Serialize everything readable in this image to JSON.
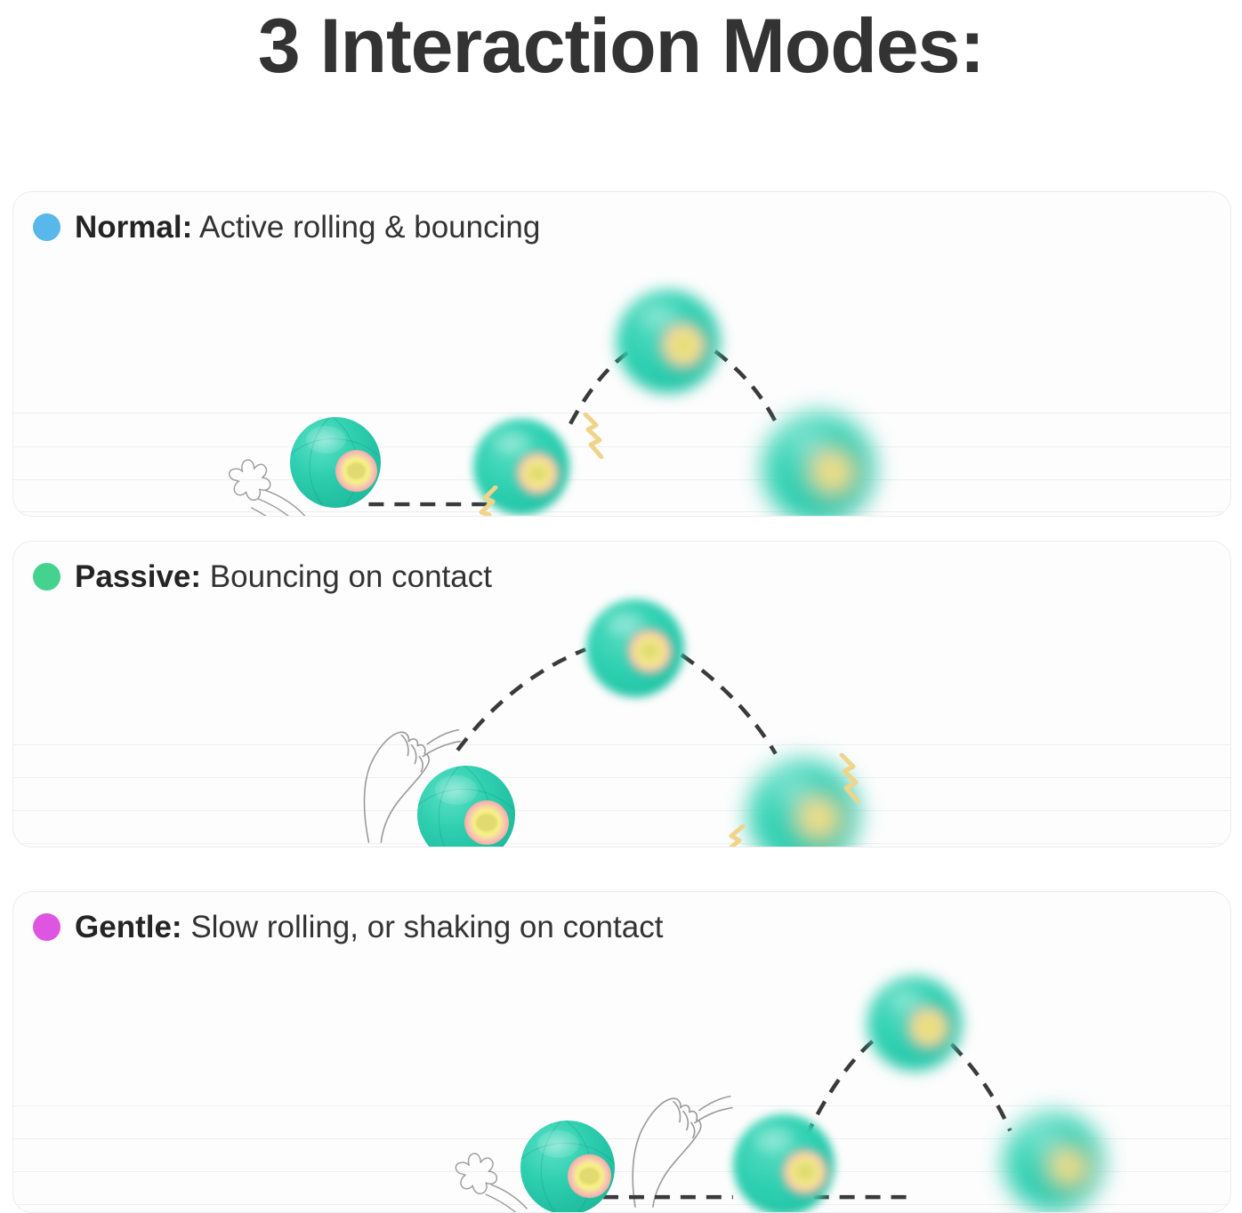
{
  "page": {
    "title": "3 Interaction Modes:",
    "background_color": "#ffffff",
    "title_color": "#333333"
  },
  "colors": {
    "ball_teal": "#2ECFB0",
    "ball_eye_yellow": "#F4F08A",
    "ball_eye_ring_pink": "#F3A79C",
    "spark_yellow": "#F5DC8C",
    "trajectory_dash": "#3A3A3A",
    "paw_outline": "#8A8A8A",
    "card_border": "#ECECEC",
    "card_background": "#FDFDFD",
    "rule_line": "#EFEFEF"
  },
  "cards": [
    {
      "id": "normal",
      "dot_color": "#58B8EC",
      "dot_name": "normal-mode-dot",
      "name": "Normal:",
      "description": "Active rolling & bouncing",
      "illustration": {
        "type": "bounce-sequence",
        "ball_count": 4,
        "has_paw_swipe": true,
        "has_cat_leg": false,
        "has_sparks": true,
        "sparks": 2,
        "dashed_path": "roll then bounce arc"
      }
    },
    {
      "id": "passive",
      "dot_color": "#45D18E",
      "dot_name": "passive-mode-dot",
      "name": "Passive:",
      "description": "Bouncing on contact",
      "illustration": {
        "type": "bounce-sequence",
        "ball_count": 3,
        "has_paw_swipe": false,
        "has_cat_leg": true,
        "has_sparks": true,
        "sparks": 2,
        "dashed_path": "arc up and down"
      }
    },
    {
      "id": "gentle",
      "dot_color": "#DD55E0",
      "dot_name": "gentle-mode-dot",
      "name": "Gentle:",
      "description": "Slow rolling, or shaking on contact",
      "illustration": {
        "type": "roll-then-bounce-sequence",
        "ball_count": 4,
        "has_paw_swipe": true,
        "has_cat_leg": true,
        "has_sparks": false,
        "sparks": 0,
        "dashed_path": "roll then bounce arc"
      }
    }
  ]
}
